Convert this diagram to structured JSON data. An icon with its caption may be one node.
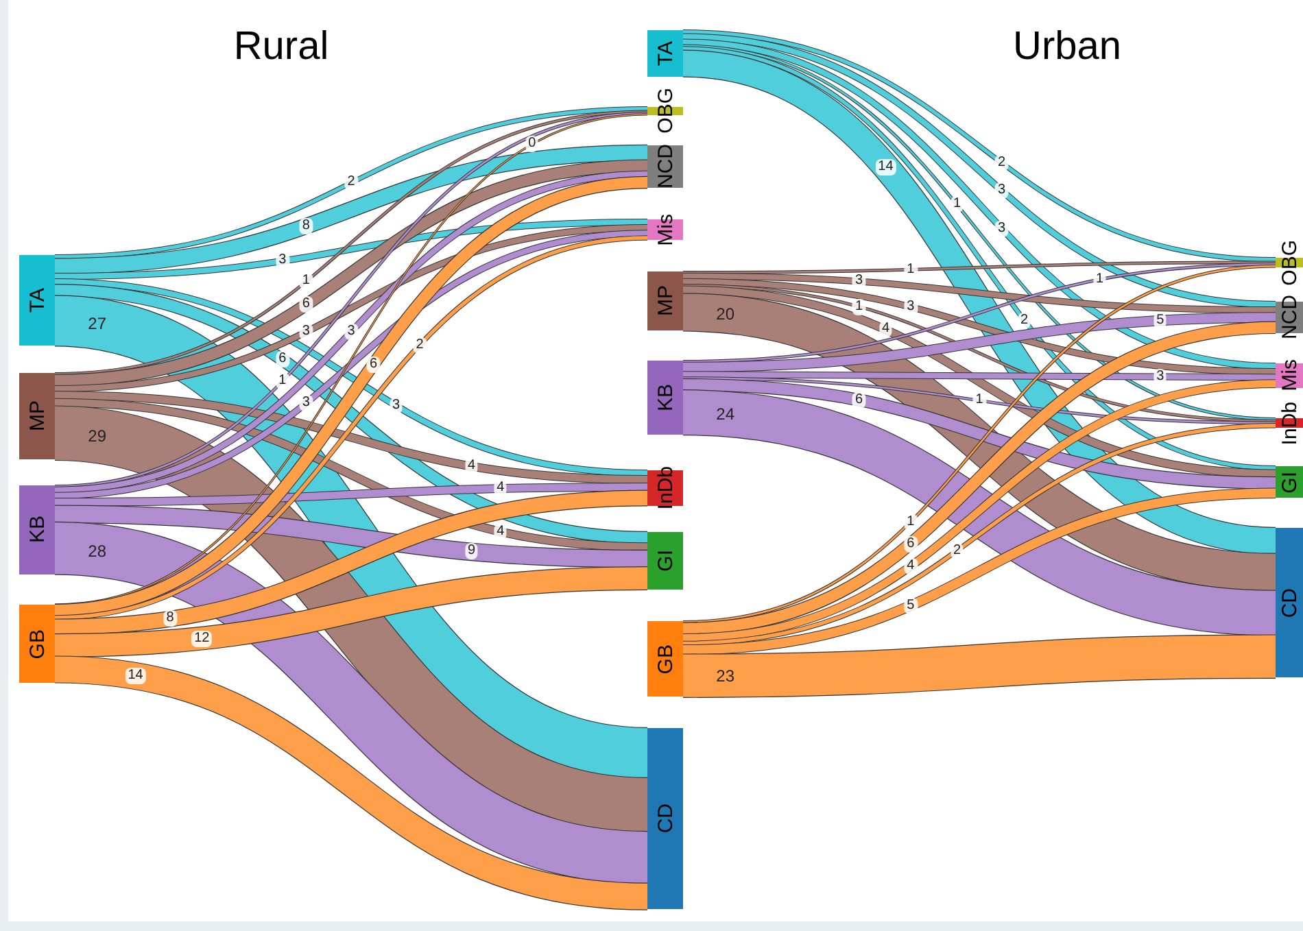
{
  "diagram": {
    "nodes": [
      {
        "text": [
          "TA"
        ]
      },
      {
        "text": [
          "MP"
        ]
      },
      {
        "text": [
          "KB"
        ]
      },
      {
        "text": [
          "GB"
        ]
      },
      {
        "text": [
          "OBG"
        ]
      },
      {
        "text": [
          "NCD"
        ]
      },
      {
        "text": [
          "Mis"
        ]
      },
      {
        "text": [
          "InDb"
        ]
      },
      {
        "text": [
          "GI"
        ]
      },
      {
        "text": [
          "CD"
        ]
      },
      {
        "text": [
          "TA"
        ]
      },
      {
        "text": [
          "MP"
        ]
      },
      {
        "text": [
          "KB"
        ]
      },
      {
        "text": [
          "GB"
        ]
      },
      {
        "text": [
          "OBG"
        ]
      },
      {
        "text": [
          "NCD"
        ]
      },
      {
        "text": [
          "Mis"
        ]
      },
      {
        "text": [
          "InDb"
        ]
      },
      {
        "text": [
          "GI"
        ]
      },
      {
        "text": [
          "CD"
        ]
      }
    ],
    "edges": [
      {
        "from": 0,
        "to": 4,
        "arrow": "none",
        "label": "2",
        "color": "#51cedb"
      },
      {
        "from": 0,
        "to": 5,
        "arrow": "none",
        "label": "8",
        "color": "#51cedb",
        "style": "thick"
      },
      {
        "from": 0,
        "to": 6,
        "arrow": "none",
        "label": "3",
        "color": "#51cedb"
      },
      {
        "from": 0,
        "to": 7,
        "arrow": "none",
        "label": "3",
        "color": "#51cedb"
      },
      {
        "from": 0,
        "to": 8,
        "arrow": "none",
        "label": "6",
        "color": "#51cedb",
        "style": "thick"
      },
      {
        "from": 0,
        "to": 9,
        "arrow": "none",
        "label": "27",
        "color": "#51cedb",
        "style": "thick"
      },
      {
        "from": 1,
        "to": 4,
        "arrow": "none",
        "label": "1",
        "color": "#a98078"
      },
      {
        "from": 1,
        "to": 5,
        "arrow": "none",
        "label": "6",
        "color": "#a98078",
        "style": "thick"
      },
      {
        "from": 1,
        "to": 6,
        "arrow": "none",
        "label": "3",
        "color": "#a98078"
      },
      {
        "from": 1,
        "to": 7,
        "arrow": "none",
        "label": "4",
        "color": "#a98078"
      },
      {
        "from": 1,
        "to": 8,
        "arrow": "none",
        "label": "4",
        "color": "#a98078"
      },
      {
        "from": 1,
        "to": 9,
        "arrow": "none",
        "label": "29",
        "color": "#a98078",
        "style": "thick"
      },
      {
        "from": 2,
        "to": 4,
        "arrow": "none",
        "label": "1",
        "color": "#af8dce"
      },
      {
        "from": 2,
        "to": 5,
        "arrow": "none",
        "label": "3",
        "color": "#af8dce"
      },
      {
        "from": 2,
        "to": 6,
        "arrow": "none",
        "label": "3",
        "color": "#af8dce"
      },
      {
        "from": 2,
        "to": 7,
        "arrow": "none",
        "label": "4",
        "color": "#af8dce"
      },
      {
        "from": 2,
        "to": 8,
        "arrow": "none",
        "label": "9",
        "color": "#af8dce",
        "style": "thick"
      },
      {
        "from": 2,
        "to": 9,
        "arrow": "none",
        "label": "28",
        "color": "#af8dce",
        "style": "thick"
      },
      {
        "from": 3,
        "to": 4,
        "arrow": "none",
        "label": "0",
        "color": "#ff9f4a"
      },
      {
        "from": 3,
        "to": 5,
        "arrow": "none",
        "label": "6",
        "color": "#ff9f4a",
        "style": "thick"
      },
      {
        "from": 3,
        "to": 6,
        "arrow": "none",
        "label": "2",
        "color": "#ff9f4a"
      },
      {
        "from": 3,
        "to": 7,
        "arrow": "none",
        "label": "8",
        "color": "#ff9f4a",
        "style": "thick"
      },
      {
        "from": 3,
        "to": 8,
        "arrow": "none",
        "label": "12",
        "color": "#ff9f4a",
        "style": "thick"
      },
      {
        "from": 3,
        "to": 9,
        "arrow": "none",
        "label": "14",
        "color": "#ff9f4a",
        "style": "thick"
      },
      {
        "from": 10,
        "to": 14,
        "arrow": "none",
        "label": "2",
        "color": "#51cedb"
      },
      {
        "from": 10,
        "to": 15,
        "arrow": "none",
        "label": "3",
        "color": "#51cedb"
      },
      {
        "from": 10,
        "to": 16,
        "arrow": "none",
        "label": "3",
        "color": "#51cedb"
      },
      {
        "from": 10,
        "to": 17,
        "arrow": "none",
        "label": "1",
        "color": "#51cedb"
      },
      {
        "from": 10,
        "to": 18,
        "arrow": "none",
        "label": "2",
        "color": "#51cedb"
      },
      {
        "from": 10,
        "to": 19,
        "arrow": "none",
        "label": "14",
        "color": "#51cedb",
        "style": "thick"
      },
      {
        "from": 11,
        "to": 14,
        "arrow": "none",
        "label": "1",
        "color": "#a98078"
      },
      {
        "from": 11,
        "to": 15,
        "arrow": "none",
        "label": "3",
        "color": "#a98078"
      },
      {
        "from": 11,
        "to": 16,
        "arrow": "none",
        "label": "3",
        "color": "#a98078"
      },
      {
        "from": 11,
        "to": 17,
        "arrow": "none",
        "label": "1",
        "color": "#a98078"
      },
      {
        "from": 11,
        "to": 18,
        "arrow": "none",
        "label": "4",
        "color": "#a98078"
      },
      {
        "from": 11,
        "to": 19,
        "arrow": "none",
        "label": "20",
        "color": "#a98078",
        "style": "thick"
      },
      {
        "from": 12,
        "to": 14,
        "arrow": "none",
        "label": "1",
        "color": "#af8dce"
      },
      {
        "from": 12,
        "to": 15,
        "arrow": "none",
        "label": "5",
        "color": "#af8dce"
      },
      {
        "from": 12,
        "to": 16,
        "arrow": "none",
        "label": "3",
        "color": "#af8dce"
      },
      {
        "from": 12,
        "to": 17,
        "arrow": "none",
        "label": "1",
        "color": "#af8dce"
      },
      {
        "from": 12,
        "to": 18,
        "arrow": "none",
        "label": "6",
        "color": "#af8dce",
        "style": "thick"
      },
      {
        "from": 12,
        "to": 19,
        "arrow": "none",
        "label": "24",
        "color": "#af8dce",
        "style": "thick"
      },
      {
        "from": 13,
        "to": 14,
        "arrow": "none",
        "label": "1",
        "color": "#ff9f4a"
      },
      {
        "from": 13,
        "to": 15,
        "arrow": "none",
        "label": "6",
        "color": "#ff9f4a",
        "style": "thick"
      },
      {
        "from": 13,
        "to": 16,
        "arrow": "none",
        "label": "4",
        "color": "#ff9f4a"
      },
      {
        "from": 13,
        "to": 17,
        "arrow": "none",
        "label": "2",
        "color": "#ff9f4a"
      },
      {
        "from": 13,
        "to": 18,
        "arrow": "none",
        "label": "5",
        "color": "#ff9f4a"
      },
      {
        "from": 13,
        "to": 19,
        "arrow": "none",
        "label": "23",
        "color": "#ff9f4a",
        "style": "thick"
      }
    ],
    "labels": [
      "Rural",
      "Urban"
    ]
  }
}
